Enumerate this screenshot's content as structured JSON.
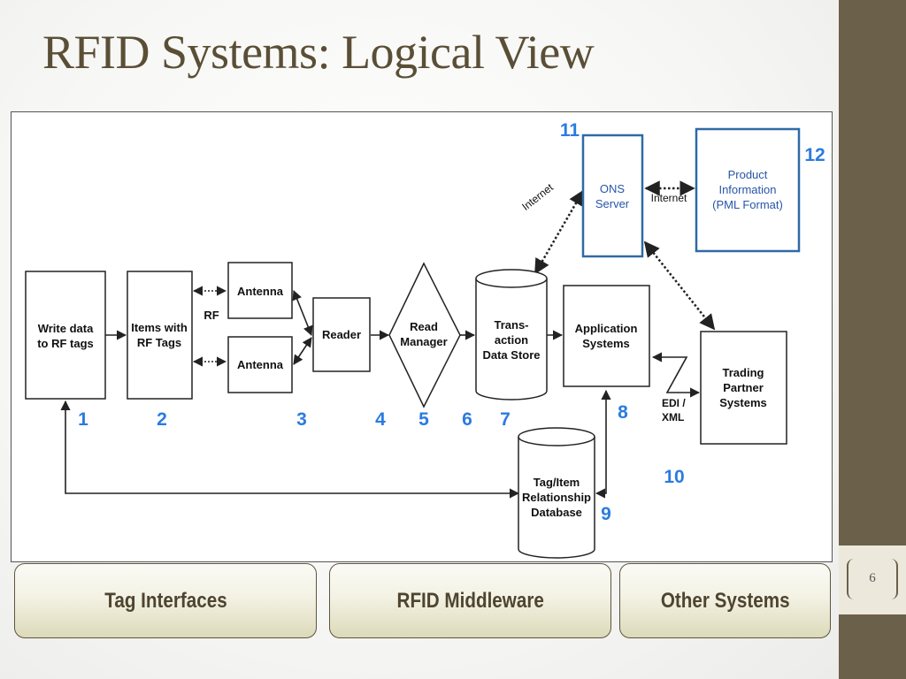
{
  "slide": {
    "title": "RFID Systems: Logical View",
    "page_number": "6"
  },
  "diagram": {
    "write_box": [
      "Write data",
      "to RF tags"
    ],
    "items_box": [
      "Items with",
      "RF Tags"
    ],
    "antenna_top": "Antenna",
    "antenna_bottom": "Antenna",
    "rf_label": "RF",
    "reader": "Reader",
    "read_manager": [
      "Read",
      "Manager"
    ],
    "transaction_store": [
      "Trans-",
      "action",
      "Data Store"
    ],
    "application_systems": [
      "Application",
      "Systems"
    ],
    "tag_item_db": [
      "Tag/Item",
      "Relationship",
      "Database"
    ],
    "ons_server": [
      "ONS",
      "Server"
    ],
    "product_info": [
      "Product",
      "Information",
      "(PML Format)"
    ],
    "trading_partner": [
      "Trading",
      "Partner",
      "Systems"
    ],
    "internet_diag": "Internet",
    "internet_horiz": "Internet",
    "edi_label": [
      "EDI /",
      "XML"
    ],
    "numbers": [
      "1",
      "2",
      "3",
      "4",
      "5",
      "6",
      "7",
      "8",
      "9",
      "10",
      "11",
      "12"
    ],
    "colors": {
      "number": "#2b7be0",
      "web_box": "#2e6aa6"
    }
  },
  "categories": [
    "Tag Interfaces",
    "RFID Middleware",
    "Other Systems"
  ]
}
